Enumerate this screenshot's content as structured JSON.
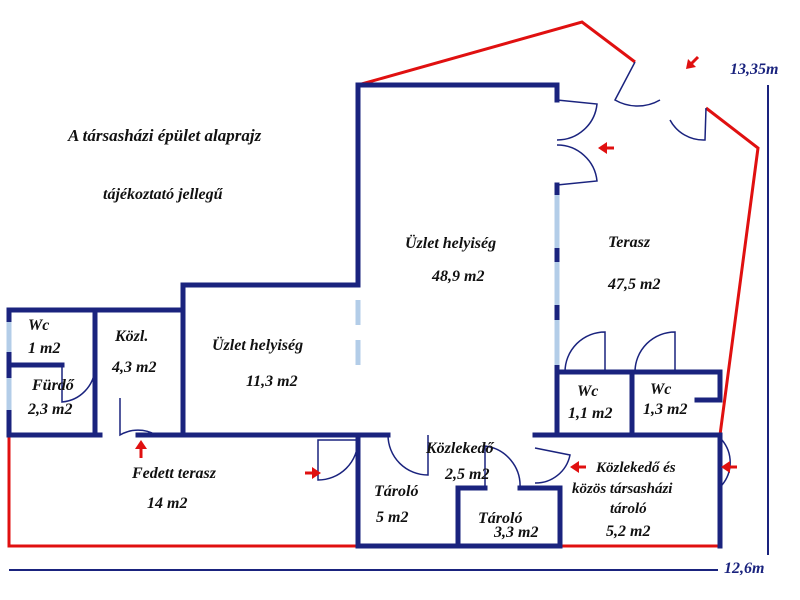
{
  "header": {
    "title": "A társasházi épület alaprajz",
    "subtitle": "tájékoztató jellegű"
  },
  "dimensions": {
    "height": "13,35m",
    "width": "12,6m"
  },
  "rooms": [
    {
      "id": "uzlet-large",
      "name": "Üzlet helyiség",
      "area": "48,9 m2"
    },
    {
      "id": "terasz",
      "name": "Terasz",
      "area": "47,5 m2"
    },
    {
      "id": "wc-left",
      "name": "Wc",
      "area": "1 m2"
    },
    {
      "id": "kozl-left",
      "name": "Közl.",
      "area": "4,3 m2"
    },
    {
      "id": "uzlet-small",
      "name": "Üzlet helyiség",
      "area": "11,3 m2"
    },
    {
      "id": "furdo",
      "name": "Fürdő",
      "area": "2,3 m2"
    },
    {
      "id": "wc-mid",
      "name": "Wc",
      "area": "1,1 m2"
    },
    {
      "id": "wc-right",
      "name": "Wc",
      "area": "1,3 m2"
    },
    {
      "id": "fedett-terasz",
      "name": "Fedett terasz",
      "area": "14 m2"
    },
    {
      "id": "kozlekedo",
      "name": "Közlekedő",
      "area": "2,5 m2"
    },
    {
      "id": "kozos-tarolo",
      "name": "Közlekedő és",
      "name2": "közös társasházi",
      "name3": "tároló",
      "area": "5,2 m2"
    },
    {
      "id": "tarolo-1",
      "name": "Tároló",
      "area": "5 m2"
    },
    {
      "id": "tarolo-2",
      "name": "Tároló",
      "area": "3,3 m2"
    }
  ],
  "colors": {
    "wall": "#1a237e",
    "outline": "#e01010",
    "window": "#b3cde8",
    "dimension": "#1a237e"
  }
}
